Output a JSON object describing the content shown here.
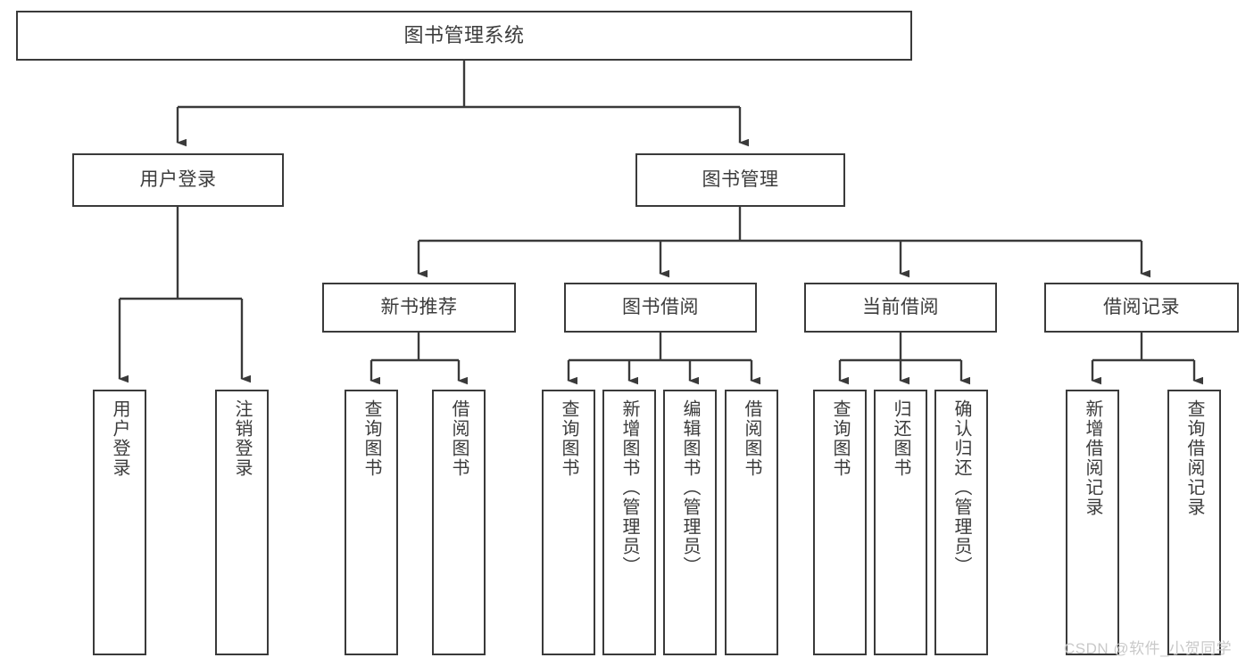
{
  "diagram": {
    "title": "图书管理系统",
    "type": "tree-hierarchy-chart",
    "orientation": "top-down",
    "colors": {
      "background": "#ffffff",
      "node_border": "#3a3a3a",
      "node_fill": "#ffffff",
      "text": "#3c3c3c",
      "edge": "#3a3a3a",
      "watermark": "#c9c9c9"
    },
    "nodes": {
      "root": {
        "label": "图书管理系统"
      },
      "level2": [
        {
          "id": "user-login",
          "label": "用户登录"
        },
        {
          "id": "book-manage",
          "label": "图书管理"
        }
      ],
      "level3": [
        {
          "id": "new-book-recommend",
          "label": "新书推荐"
        },
        {
          "id": "book-borrow",
          "label": "图书借阅"
        },
        {
          "id": "current-borrow",
          "label": "当前借阅"
        },
        {
          "id": "borrow-record",
          "label": "借阅记录"
        }
      ],
      "leaves": {
        "user_login": [
          {
            "id": "leaf-user-login",
            "label": "用户登录"
          },
          {
            "id": "leaf-logout-login",
            "label": "注销登录"
          }
        ],
        "new_book_recommend": [
          {
            "id": "leaf-query-book-1",
            "label": "查询图书"
          },
          {
            "id": "leaf-borrow-book-1",
            "label": "借阅图书"
          }
        ],
        "book_borrow": [
          {
            "id": "leaf-query-book-2",
            "label": "查询图书"
          },
          {
            "id": "leaf-add-book",
            "label": "新增图书（管理员）"
          },
          {
            "id": "leaf-edit-book",
            "label": "编辑图书（管理员）"
          },
          {
            "id": "leaf-borrow-book-2",
            "label": "借阅图书"
          }
        ],
        "current_borrow": [
          {
            "id": "leaf-query-book-3",
            "label": "查询图书"
          },
          {
            "id": "leaf-return-book",
            "label": "归还图书"
          },
          {
            "id": "leaf-confirm-return",
            "label": "确认归还（管理员）"
          }
        ],
        "borrow_record": [
          {
            "id": "leaf-add-record",
            "label": "新增借阅记录"
          },
          {
            "id": "leaf-query-record",
            "label": "查询借阅记录"
          }
        ]
      }
    }
  },
  "watermark": {
    "text": "CSDN @软件_小贺同学"
  }
}
